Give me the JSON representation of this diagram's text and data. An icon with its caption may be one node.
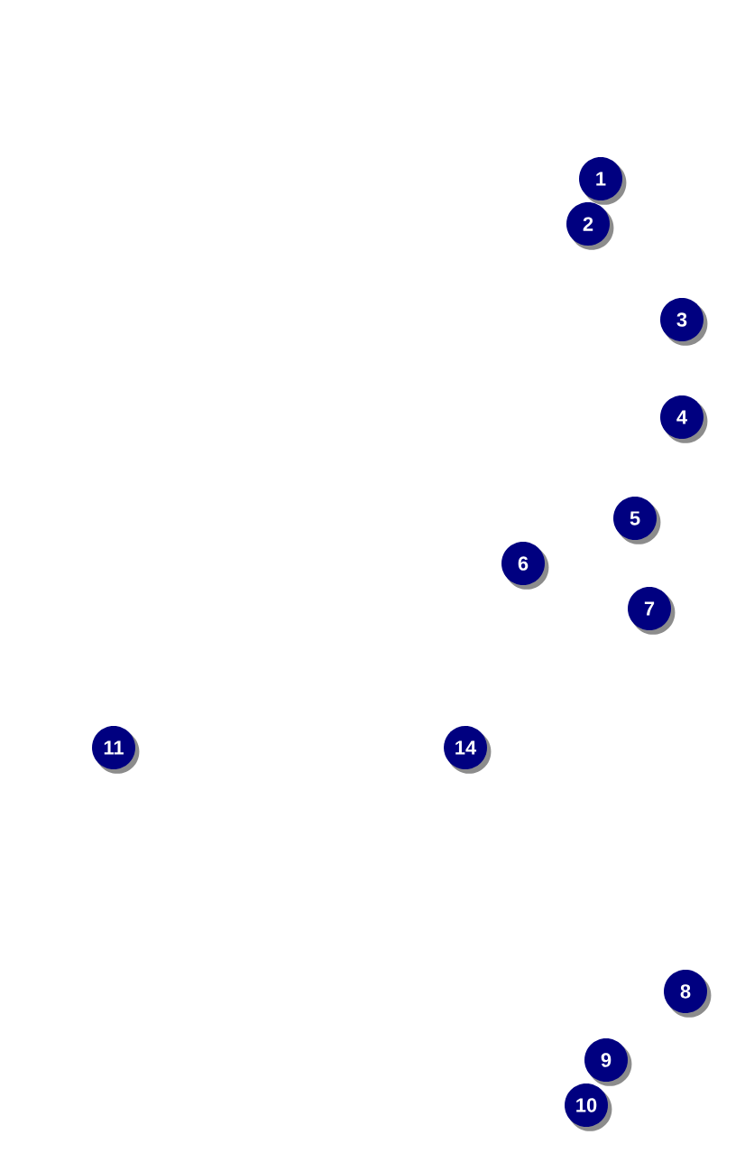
{
  "diagram": {
    "labels": [
      "1",
      "2",
      "3",
      "4",
      "5",
      "6",
      "7",
      "11",
      "14",
      "8",
      "9",
      "10"
    ]
  }
}
